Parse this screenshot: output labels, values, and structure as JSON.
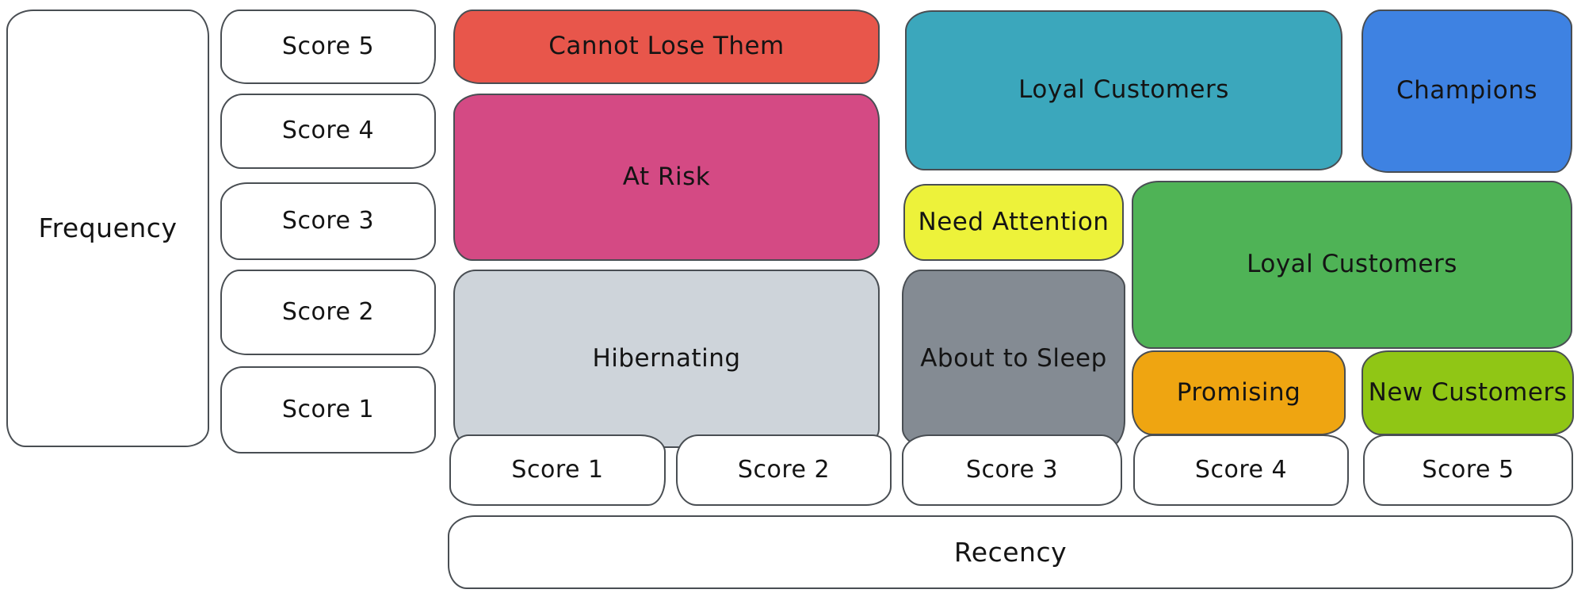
{
  "frequency_axis": {
    "label": "Frequency",
    "scores": [
      "Score 5",
      "Score 4",
      "Score 3",
      "Score 2",
      "Score 1"
    ]
  },
  "recency_axis": {
    "label": "Recency",
    "scores": [
      "Score 1",
      "Score 2",
      "Score 3",
      "Score 4",
      "Score 5"
    ]
  },
  "segments": [
    {
      "label": "Cannot Lose Them",
      "color": "#e8564b",
      "recency_scores": "1-2",
      "frequency_scores": "5"
    },
    {
      "label": "At Risk",
      "color": "#d44a84",
      "recency_scores": "1-2",
      "frequency_scores": "3-4"
    },
    {
      "label": "Hibernating",
      "color": "#ced4da",
      "recency_scores": "1-2",
      "frequency_scores": "1-2"
    },
    {
      "label": "Loyal Customers",
      "color": "#3ba7bc",
      "recency_scores": "3-4",
      "frequency_scores": "4-5"
    },
    {
      "label": "Champions",
      "color": "#3e82e2",
      "recency_scores": "5",
      "frequency_scores": "4-5"
    },
    {
      "label": "Need Attention",
      "color": "#edf23a",
      "recency_scores": "3",
      "frequency_scores": "3"
    },
    {
      "label": "Loyal Customers",
      "color": "#4fb356",
      "recency_scores": "4-5",
      "frequency_scores": "2-3"
    },
    {
      "label": "About to Sleep",
      "color": "#848b93",
      "recency_scores": "3",
      "frequency_scores": "1-2"
    },
    {
      "label": "Promising",
      "color": "#efa511",
      "recency_scores": "4",
      "frequency_scores": "1"
    },
    {
      "label": "New Customers",
      "color": "#90c615",
      "recency_scores": "5",
      "frequency_scores": "1"
    }
  ],
  "colors": {
    "background": "#ffffff",
    "box_border": "#494e53",
    "text": "#141414"
  }
}
